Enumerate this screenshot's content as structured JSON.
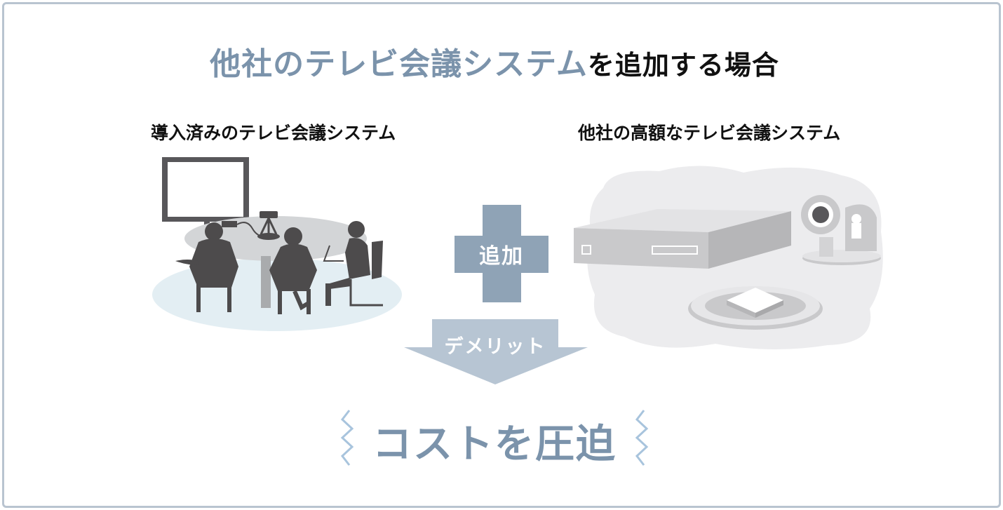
{
  "title": {
    "highlight": "他社のテレビ会議システム",
    "rest": "を追加する場合"
  },
  "left_panel": {
    "label": "導入済みのテレビ会議システム"
  },
  "right_panel": {
    "label": "他社の高額なテレビ会議システム"
  },
  "plus": {
    "text": "追加"
  },
  "arrow": {
    "text": "デメリット"
  },
  "result": {
    "text": "コストを圧迫"
  },
  "colors": {
    "accent": "#7b93ab",
    "plus": "#8fa3b6",
    "arrow": "#b7c5d3",
    "silhouette": "#4d4b4c",
    "table": "#d3d5d7",
    "floor": "#e3eef3",
    "cloud": "#ececee",
    "device": "#c9c9cb"
  }
}
